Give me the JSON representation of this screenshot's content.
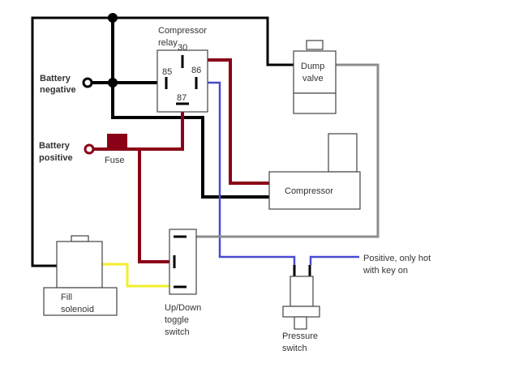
{
  "diagram": {
    "title": "Air suspension compressor wiring diagram",
    "colors": {
      "ground": "#000000",
      "positive": "#8b0016",
      "signal": "#4a4ad0",
      "solenoid": "#f2ef2a",
      "dump": "#8c8c8c",
      "component_outline": "#444444"
    },
    "terminals": {
      "battery_negative": {
        "line1": "Battery",
        "line2": "negative"
      },
      "battery_positive": {
        "line1": "Battery",
        "line2": "positive"
      }
    },
    "fuse": {
      "label": "Fuse"
    },
    "relay": {
      "line1": "Compressor",
      "line2": "relay",
      "pins": {
        "p30": "30",
        "p85": "85",
        "p86": "86",
        "p87": "87"
      }
    },
    "dump_valve": {
      "line1": "Dump",
      "line2": "valve"
    },
    "compressor": {
      "label": "Compressor"
    },
    "fill_solenoid": {
      "line1": "Fill",
      "line2": "solenoid"
    },
    "toggle_switch": {
      "line1": "Up/Down",
      "line2": "toggle",
      "line3": "switch"
    },
    "pressure_switch": {
      "line1": "Pressure",
      "line2": "switch"
    },
    "ignition_feed": {
      "line1": "Positive, only hot",
      "line2": "with key on"
    }
  }
}
